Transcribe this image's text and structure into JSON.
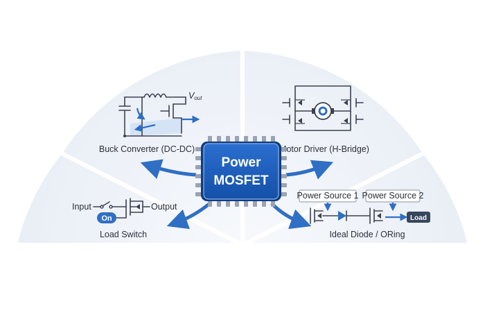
{
  "center": {
    "line1": "Power",
    "line2": "MOSFET"
  },
  "quadrants": {
    "buck": {
      "label": "Buck Converter (DC-DC)",
      "vout": "V",
      "vout_sub": "out"
    },
    "motor": {
      "label": "Motor Driver (H-Bridge)"
    },
    "load_switch": {
      "label": "Load Switch",
      "input": "Input",
      "output": "Output",
      "state": "On"
    },
    "ideal_diode": {
      "label": "Ideal Diode / ORing",
      "source1": "Power Source 1",
      "source2": "Power Source 2",
      "load": "Load"
    }
  },
  "colors": {
    "chip": "#1d5bb5",
    "chip_dark": "#0f3c82",
    "arrow": "#2f6fc4",
    "panel": "#eef2f8",
    "badge": "#2f6fc4",
    "load_box": "#37465c"
  }
}
